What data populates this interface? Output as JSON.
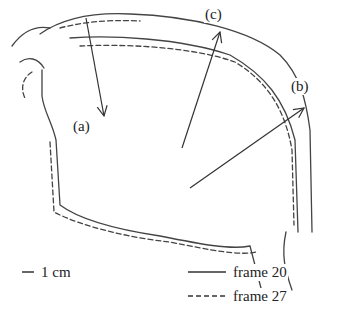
{
  "diagram": {
    "labels": [
      "(a)",
      "(b)",
      "(c)",
      "1 cm"
    ],
    "legend": [
      {
        "text": "frame 20"
      },
      {
        "text": "frame 27"
      }
    ]
  }
}
